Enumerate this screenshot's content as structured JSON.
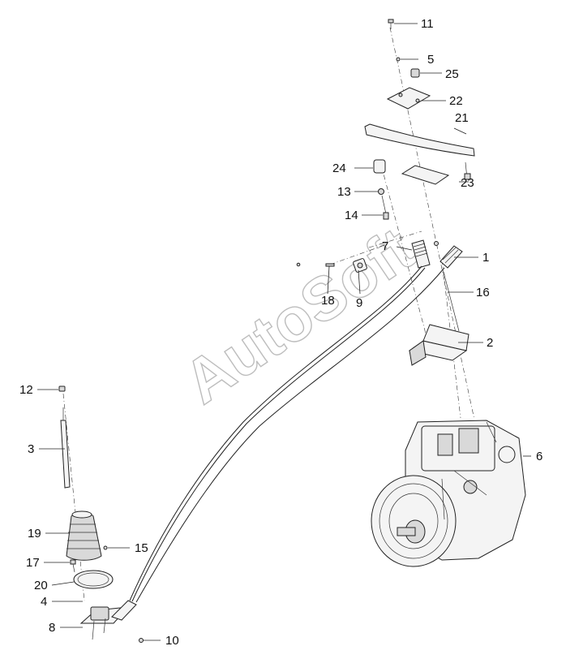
{
  "watermark": "AutoSoft",
  "callouts": [
    "11",
    "5",
    "25",
    "22",
    "21",
    "24",
    "23",
    "13",
    "14",
    "7",
    "1",
    "9",
    "18",
    "16",
    "2",
    "12",
    "3",
    "6",
    "19",
    "15",
    "17",
    "20",
    "4",
    "8",
    "10"
  ]
}
